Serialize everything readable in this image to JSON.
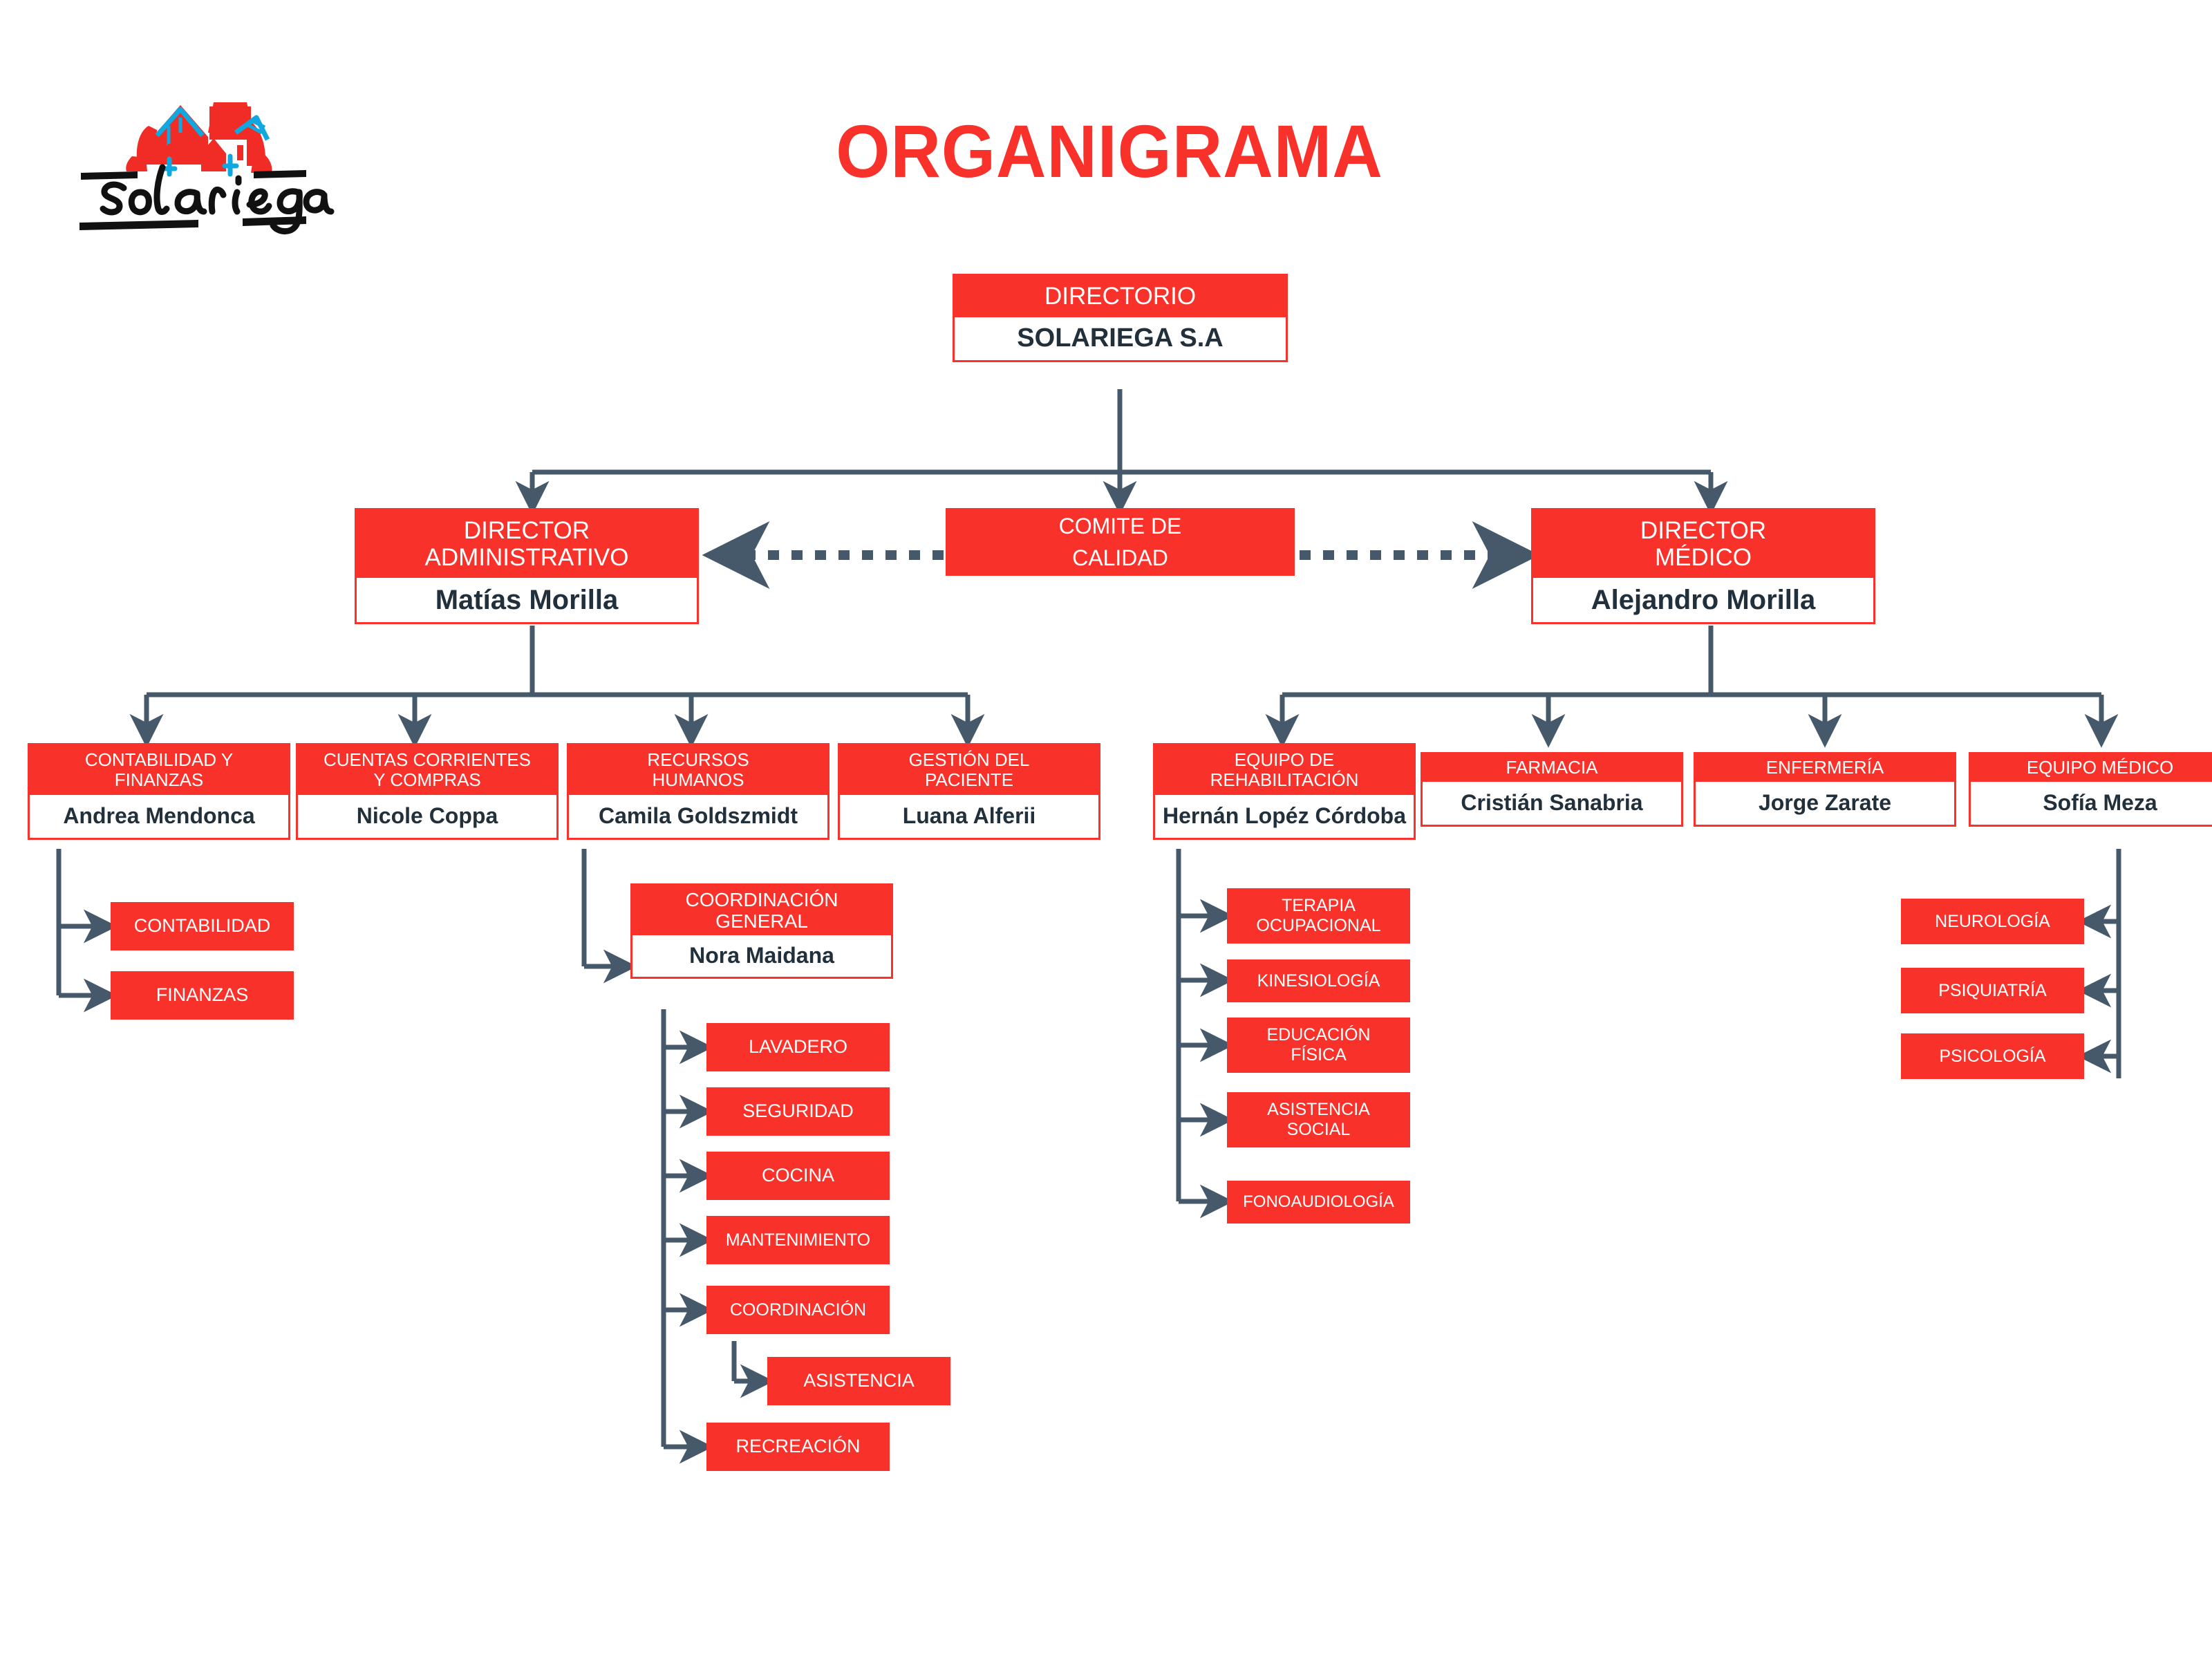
{
  "page": {
    "title": "ORGANIGRAMA",
    "logo_text": "solariega",
    "logo_icon": "two-houses-icon"
  },
  "colors": {
    "brand_red": "#F8322A",
    "connector": "#46596B",
    "name_text": "#22303C",
    "background": "#FFFFFF"
  },
  "chart_data": {
    "type": "org-chart",
    "root": {
      "header": "DIRECTORIO",
      "name": "SOLARIEGA S.A"
    },
    "committee": {
      "header": "COMITE DE CALIDAD",
      "line1": "COMITE DE",
      "line2": "CALIDAD",
      "links": [
        "DIRECTOR ADMINISTRATIVO",
        "DIRECTOR MÉDICO"
      ],
      "link_style": "dotted-bidirectional"
    },
    "branches": [
      {
        "header": "DIRECTOR ADMINISTRATIVO",
        "header_line1": "DIRECTOR",
        "header_line2": "ADMINISTRATIVO",
        "name": "Matías Morilla",
        "departments": [
          {
            "header": "CONTABILIDAD Y FINANZAS",
            "header_line1": "CONTABILIDAD Y",
            "header_line2": "FINANZAS",
            "name": "Andrea Mendonca",
            "children": [
              "CONTABILIDAD",
              "FINANZAS"
            ]
          },
          {
            "header": "CUENTAS CORRIENTES Y COMPRAS",
            "header_line1": "CUENTAS CORRIENTES",
            "header_line2": "Y COMPRAS",
            "name": "Nicole Coppa",
            "children": []
          },
          {
            "header": "RECURSOS HUMANOS",
            "header_line1": "RECURSOS",
            "header_line2": "HUMANOS",
            "name": "Camila Goldszmidt",
            "children": [
              {
                "header": "COORDINACIÓN GENERAL",
                "header_line1": "COORDINACIÓN",
                "header_line2": "GENERAL",
                "name": "Nora Maidana",
                "children": [
                  "LAVADERO",
                  "SEGURIDAD",
                  "COCINA",
                  "MANTENIMIENTO",
                  "COORDINACIÓN",
                  "RECREACIÓN"
                ],
                "sub": {
                  "parent": "COORDINACIÓN",
                  "children": [
                    "ASISTENCIA"
                  ]
                }
              }
            ]
          },
          {
            "header": "GESTIÓN DEL PACIENTE",
            "header_line1": "GESTIÓN DEL",
            "header_line2": "PACIENTE",
            "name": "Luana Alferii",
            "children": []
          }
        ]
      },
      {
        "header": "DIRECTOR MÉDICO",
        "header_line1": "DIRECTOR",
        "header_line2": "MÉDICO",
        "name": "Alejandro Morilla",
        "departments": [
          {
            "header": "EQUIPO DE REHABILITACIÓN",
            "header_line1": "EQUIPO DE",
            "header_line2": "REHABILITACIÓN",
            "name": "Hernán Lopéz Córdoba",
            "children": [
              "TERAPIA OCUPACIONAL",
              "KINESIOLOGÍA",
              "EDUCACIÓN FÍSICA",
              "ASISTENCIA SOCIAL",
              "FONOAUDIOLOGÍA"
            ]
          },
          {
            "header": "FARMACIA",
            "header_line1": "FARMACIA",
            "header_line2": "",
            "name": "Cristián Sanabria",
            "children": []
          },
          {
            "header": "ENFERMERÍA",
            "header_line1": "ENFERMERÍA",
            "header_line2": "",
            "name": "Jorge Zarate",
            "children": []
          },
          {
            "header": "EQUIPO MÉDICO",
            "header_line1": "EQUIPO MÉDICO",
            "header_line2": "",
            "name": "Sofía Meza",
            "children": [
              "NEUROLOGÍA",
              "PSIQUIATRÍA",
              "PSICOLOGÍA"
            ]
          }
        ]
      }
    ]
  },
  "nodes": {
    "root": {
      "header": "DIRECTORIO",
      "name": "SOLARIEGA S.A"
    },
    "comite": {
      "l1": "COMITE DE",
      "l2": "CALIDAD"
    },
    "dir_admin": {
      "l1": "DIRECTOR",
      "l2": "ADMINISTRATIVO",
      "name": "Matías Morilla"
    },
    "dir_medico": {
      "l1": "DIRECTOR",
      "l2": "MÉDICO",
      "name": "Alejandro Morilla"
    },
    "contabilidad_finanzas": {
      "l1": "CONTABILIDAD Y",
      "l2": "FINANZAS",
      "name": "Andrea Mendonca"
    },
    "cuentas_compras": {
      "l1": "CUENTAS CORRIENTES",
      "l2": "Y COMPRAS",
      "name": "Nicole Coppa"
    },
    "recursos_humanos": {
      "l1": "RECURSOS",
      "l2": "HUMANOS",
      "name": "Camila Goldszmidt"
    },
    "gestion_paciente": {
      "l1": "GESTIÓN DEL",
      "l2": "PACIENTE",
      "name": "Luana Alferii"
    },
    "equipo_rehab": {
      "l1": "EQUIPO DE",
      "l2": "REHABILITACIÓN",
      "name": "Hernán Lopéz Córdoba"
    },
    "farmacia": {
      "l1": "FARMACIA",
      "l2": "",
      "name": "Cristián Sanabria"
    },
    "enfermeria": {
      "l1": "ENFERMERÍA",
      "l2": "",
      "name": "Jorge Zarate"
    },
    "equipo_medico": {
      "l1": "EQUIPO MÉDICO",
      "l2": "",
      "name": "Sofía Meza"
    },
    "coordinacion_general": {
      "l1": "COORDINACIÓN",
      "l2": "GENERAL",
      "name": "Nora Maidana"
    },
    "contabilidad": "CONTABILIDAD",
    "finanzas": "FINANZAS",
    "lavadero": "LAVADERO",
    "seguridad": "SEGURIDAD",
    "cocina": "COCINA",
    "mantenimiento": "MANTENIMIENTO",
    "coordinacion": "COORDINACIÓN",
    "asistencia": "ASISTENCIA",
    "recreacion": "RECREACIÓN",
    "terapia_ocupacional_l1": "TERAPIA",
    "terapia_ocupacional_l2": "OCUPACIONAL",
    "kinesiologia": "KINESIOLOGÍA",
    "educacion_fisica_l1": "EDUCACIÓN",
    "educacion_fisica_l2": "FÍSICA",
    "asistencia_social_l1": "ASISTENCIA",
    "asistencia_social_l2": "SOCIAL",
    "fonoaudiologia": "FONOAUDIOLOGÍA",
    "neurologia": "NEUROLOGÍA",
    "psiquiatria": "PSIQUIATRÍA",
    "psicologia": "PSICOLOGÍA"
  }
}
